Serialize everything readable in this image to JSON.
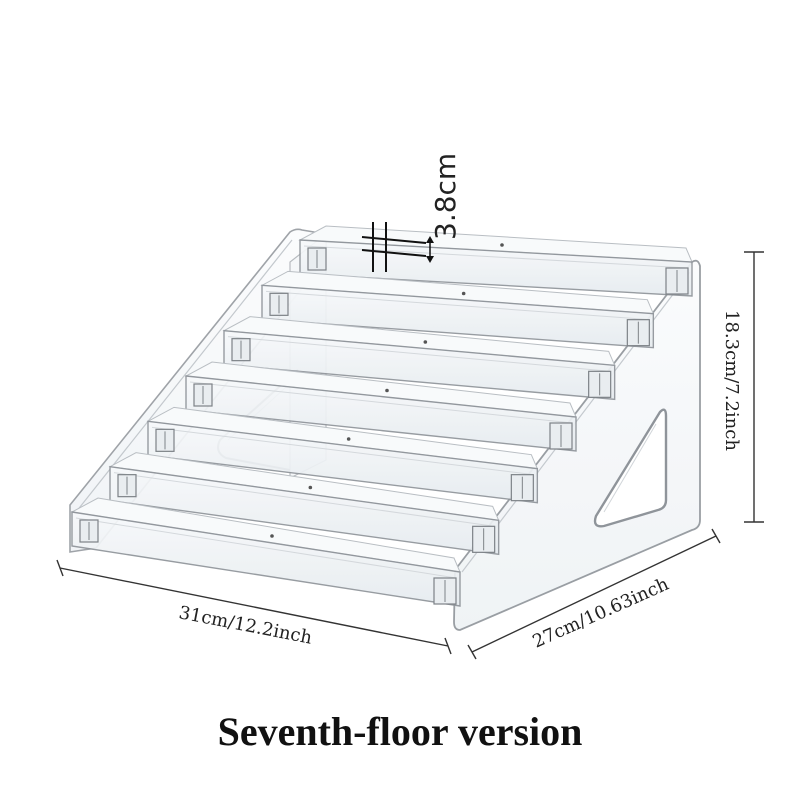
{
  "dimensions": {
    "step_height": "3.8cm",
    "height": "18.3cm/7.2inch",
    "width": "31cm/12.2inch",
    "depth": "27cm/10.63inch"
  },
  "caption": "Seventh-floor version",
  "colors": {
    "acrylic_edge": "#8f949a",
    "acrylic_fill": "#f3f6f9",
    "dimension_line": "#333333",
    "text": "#111111"
  }
}
